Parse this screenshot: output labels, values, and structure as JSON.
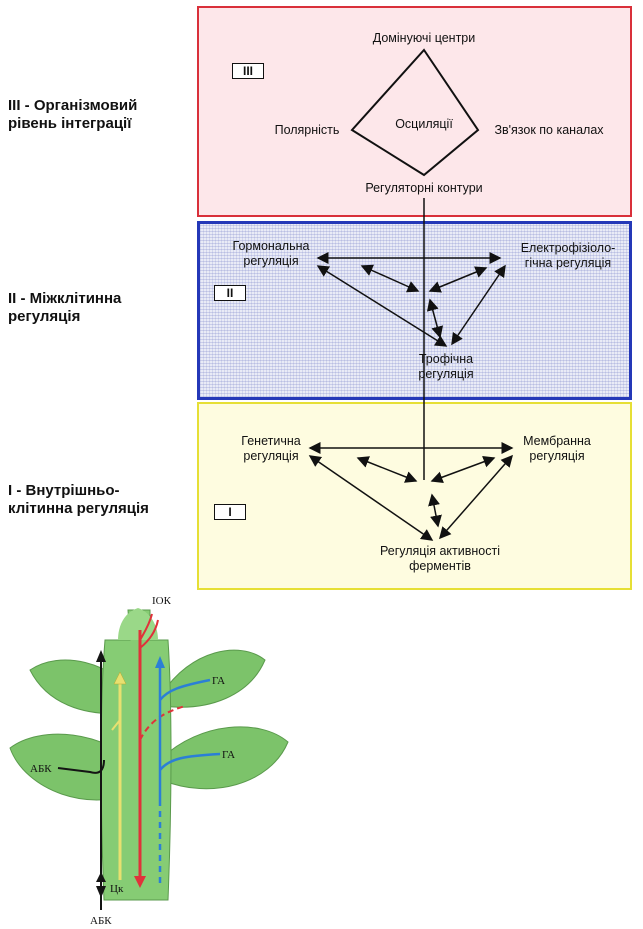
{
  "levels": {
    "level3": {
      "label": "III - Організмовий рівень інтеграції",
      "roman": "III",
      "nodes": {
        "top": "Домінуючі центри",
        "left": "Полярність",
        "center": "Осциляції",
        "right": "Зв'язок по каналах",
        "bottom": "Регуляторні контури"
      }
    },
    "level2": {
      "label": "II - Міжклітинна регуляція",
      "roman": "II",
      "nodes": {
        "left": "Гормональна регуляція",
        "right": "Електрофізіоло-гічна регуляція",
        "bottom": "Трофічна регуляція"
      }
    },
    "level1": {
      "label": "I - Внутрішньо-клітинна регуляція",
      "roman": "I",
      "nodes": {
        "left": "Генетична регуляція",
        "right": "Мембранна регуляція",
        "bottom": "Регуляція активності ферментів"
      }
    }
  },
  "plant": {
    "labels": {
      "ik": "ІОК",
      "ga_top": "ГА",
      "ga_bottom": "ГА",
      "abk_left": "АБК",
      "abk_bottom": "АБК",
      "ck": "Цк"
    },
    "colors": {
      "leaf": "#7cc36a",
      "stem": "#86cc74",
      "auxin": "#e0323a",
      "gibberellin": "#2b7fd6",
      "abscisic": "#141414",
      "cytokinin": "#e8e070"
    }
  }
}
